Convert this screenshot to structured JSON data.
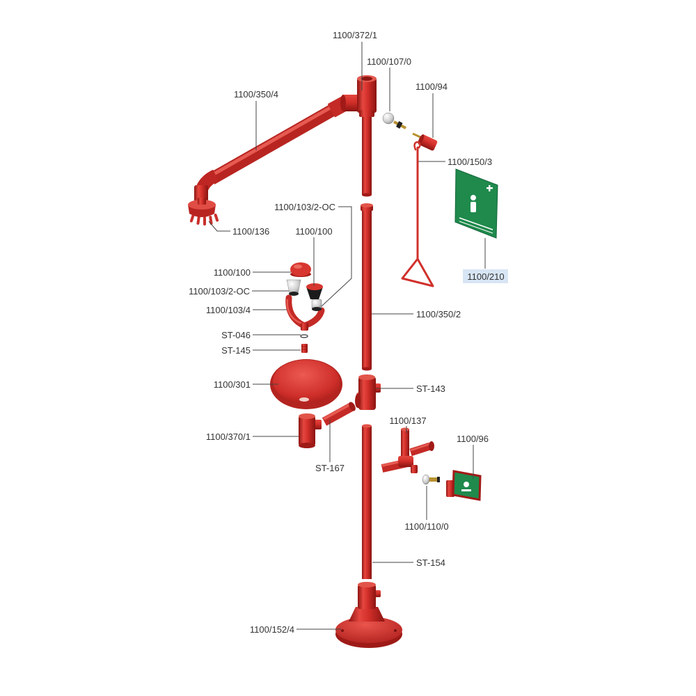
{
  "figure": {
    "callouts": [
      "1100/372/1",
      "1100/107/0",
      "1100/350/4",
      "1100/94",
      "1100/150/3",
      "1100/103/2-OC",
      "1100/136",
      "1100/100",
      "1100/100",
      "1100/210",
      "1100/103/2-OC",
      "1100/103/4",
      "1100/350/2",
      "ST-046",
      "ST-145",
      "1100/301",
      "ST-143",
      "1100/137",
      "1100/96",
      "1100/370/1",
      "ST-167",
      "1100/110/0",
      "ST-154",
      "1100/152/4"
    ],
    "colors": {
      "background": "#ffffff",
      "part_red": "#d0302b",
      "label_text": "#333333",
      "leader_line": "#444444",
      "selection_highlight": "#d8e5f4",
      "sign_green": "#1f8a4c"
    }
  }
}
